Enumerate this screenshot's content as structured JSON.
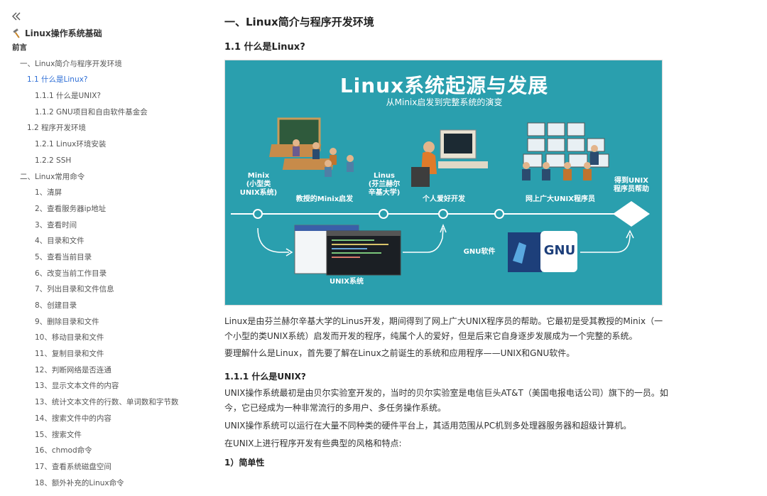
{
  "sidebar": {
    "doc_title": "Linux操作系统基础",
    "toc": [
      {
        "label": "前言",
        "level": 0
      },
      {
        "label": "一、Linux简介与程序开发环境",
        "level": 1
      },
      {
        "label": "1.1 什么是Linux?",
        "level": 2,
        "active": true
      },
      {
        "label": "1.1.1 什么是UNIX?",
        "level": 3
      },
      {
        "label": "1.1.2 GNU项目和自由软件基金会",
        "level": 3
      },
      {
        "label": "1.2 程序开发环境",
        "level": 2
      },
      {
        "label": "1.2.1 Linux环境安装",
        "level": 3
      },
      {
        "label": "1.2.2 SSH",
        "level": 3
      },
      {
        "label": "二、Linux常用命令",
        "level": 1
      },
      {
        "label": "1、清屏",
        "level": 3
      },
      {
        "label": "2、查看服务器ip地址",
        "level": 3
      },
      {
        "label": "3、查看时间",
        "level": 3
      },
      {
        "label": "4、目录和文件",
        "level": 3
      },
      {
        "label": "5、查看当前目录",
        "level": 3
      },
      {
        "label": "6、改变当前工作目录",
        "level": 3
      },
      {
        "label": "7、列出目录和文件信息",
        "level": 3
      },
      {
        "label": "8、创建目录",
        "level": 3
      },
      {
        "label": "9、删除目录和文件",
        "level": 3
      },
      {
        "label": "10、移动目录和文件",
        "level": 3
      },
      {
        "label": "11、复制目录和文件",
        "level": 3
      },
      {
        "label": "12、判断网络是否连通",
        "level": 3
      },
      {
        "label": "13、显示文本文件的内容",
        "level": 3
      },
      {
        "label": "13、统计文本文件的行数、单词数和字节数",
        "level": 3
      },
      {
        "label": "14、搜索文件中的内容",
        "level": 3
      },
      {
        "label": "15、搜索文件",
        "level": 3
      },
      {
        "label": "16、chmod命令",
        "level": 3
      },
      {
        "label": "17、查看系统磁盘空间",
        "level": 3
      },
      {
        "label": "18、额外补充的Linux命令",
        "level": 3
      }
    ]
  },
  "main": {
    "h1": "一、Linux简介与程序开发环境",
    "h2": "1.1 什么是Linux?",
    "figure": {
      "title": "Linux系统起源与发展",
      "subtitle": "从Minix启发到完整系统的演变",
      "labels": {
        "minix": "Minix\n(小型类\nUNIX系统)",
        "prof": "教授的Minix启发",
        "linus": "Linus\n(芬兰赫尔\n辛基大学)",
        "hobby": "个人爱好开发",
        "programmers": "网上广大UNIX程序员",
        "help": "得到UNIX\n程序员帮助",
        "gnu_soft": "GNU软件",
        "unix_sys": "UNIX系统",
        "gnu_logo": "GNU"
      }
    },
    "para1": "Linux是由芬兰赫尔辛基大学的Linus开发，期间得到了网上广大UNIX程序员的帮助。它最初是受其教授的Minix（一个小型的类UNIX系统）启发而开发的程序，纯属个人的爱好，但是后来它自身逐步发展成为一个完整的系统。",
    "para2": "要理解什么是Linux，首先要了解在Linux之前诞生的系统和应用程序——UNIX和GNU软件。",
    "h3": "1.1.1 什么是UNIX?",
    "para3": "UNIX操作系统最初是由贝尔实验室开发的，当时的贝尔实验室是电信巨头AT&T（美国电报电话公司）旗下的一员。如今，它已经成为一种非常流行的多用户、多任务操作系统。",
    "para4": "UNIX操作系统可以运行在大量不同种类的硬件平台上，其适用范围从PC机到多处理器服务器和超级计算机。",
    "para5": "在UNIX上进行程序开发有些典型的风格和特点:",
    "h4": "1）简单性"
  },
  "colors": {
    "accent": "#2f6fd6",
    "figure_bg": "#2a9fae"
  }
}
